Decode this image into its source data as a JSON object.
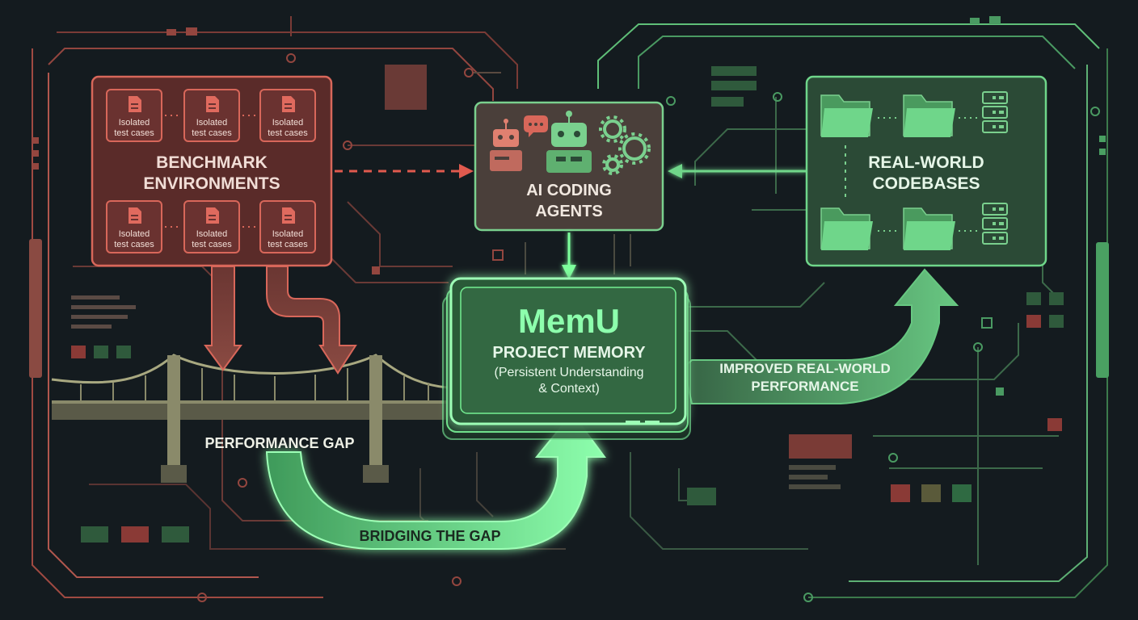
{
  "colors": {
    "background": "#141b1f",
    "benchmark_red": "#d8675a",
    "benchmark_fill": "#5a2b29",
    "realworld_green": "#6fd68a",
    "realworld_fill": "#2b4a36",
    "memu_glow": "#7dff9c",
    "agents_fill": "#4a3f3a"
  },
  "benchmark": {
    "title_line1": "BENCHMARK",
    "title_line2": "ENVIRONMENTS",
    "case_line1": "Isolated",
    "case_line2": "test cases",
    "icon": "document-icon"
  },
  "agents": {
    "title_line1": "AI CODING",
    "title_line2": "AGENTS",
    "icons": [
      "robot-icon",
      "speech-bubble-icon",
      "gear-icon"
    ]
  },
  "realworld": {
    "title_line1": "REAL-WORLD",
    "title_line2": "CODEBASES",
    "icons": [
      "folder-icon",
      "server-icon"
    ]
  },
  "memu": {
    "name": "MemU",
    "subtitle": "PROJECT MEMORY",
    "detail_line1": "(Persistent Understanding",
    "detail_line2": "& Context)"
  },
  "labels": {
    "performance_gap": "PERFORMANCE GAP",
    "bridging": "BRIDGING THE GAP",
    "improved_line1": "IMPROVED REAL-WORLD",
    "improved_line2": "PERFORMANCE"
  }
}
